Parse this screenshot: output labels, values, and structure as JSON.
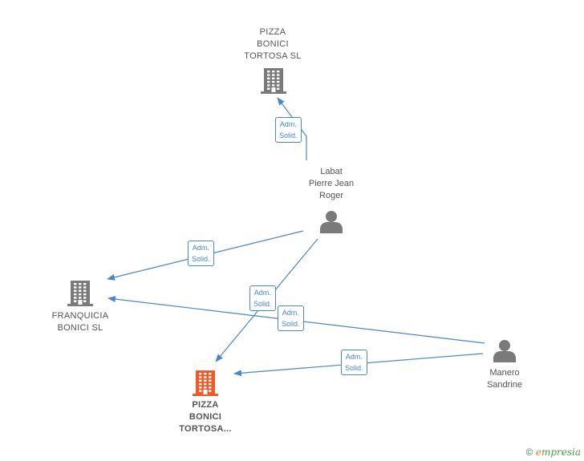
{
  "nodes": [
    {
      "id": "pizza-top",
      "kind": "company",
      "focus": false,
      "lines": [
        "PIZZA",
        "BONICI",
        "TORTOSA  SL"
      ]
    },
    {
      "id": "labat",
      "kind": "person",
      "lines": [
        "Labat",
        "Pierre Jean",
        "Roger"
      ]
    },
    {
      "id": "franquicia",
      "kind": "company",
      "focus": false,
      "lines": [
        "FRANQUICIA",
        "BONICI  SL"
      ]
    },
    {
      "id": "pizza-main",
      "kind": "company",
      "focus": true,
      "lines": [
        "PIZZA",
        "BONICI",
        "TORTOSA..."
      ]
    },
    {
      "id": "manero",
      "kind": "person",
      "lines": [
        "Manero",
        "Sandrine"
      ]
    }
  ],
  "edges": [
    {
      "from": "labat",
      "to": "pizza-top",
      "label": [
        "Adm.",
        "Solid."
      ]
    },
    {
      "from": "labat",
      "to": "franquicia",
      "label": [
        "Adm.",
        "Solid."
      ]
    },
    {
      "from": "labat",
      "to": "pizza-main",
      "label": [
        "Adm.",
        "Solid."
      ]
    },
    {
      "from": "manero",
      "to": "franquicia",
      "label": [
        "Adm.",
        "Solid."
      ]
    },
    {
      "from": "manero",
      "to": "pizza-main",
      "label": [
        "Adm.",
        "Solid."
      ]
    }
  ],
  "colors": {
    "edge": "#4a86c8",
    "company_icon": "#7a7a7a",
    "focus_icon": "#f05a28",
    "person_icon": "#7a7a7a",
    "label_text": "#555555"
  },
  "credit": {
    "symbol": "©",
    "brand_initial": "e",
    "brand_rest": "mpresia"
  }
}
